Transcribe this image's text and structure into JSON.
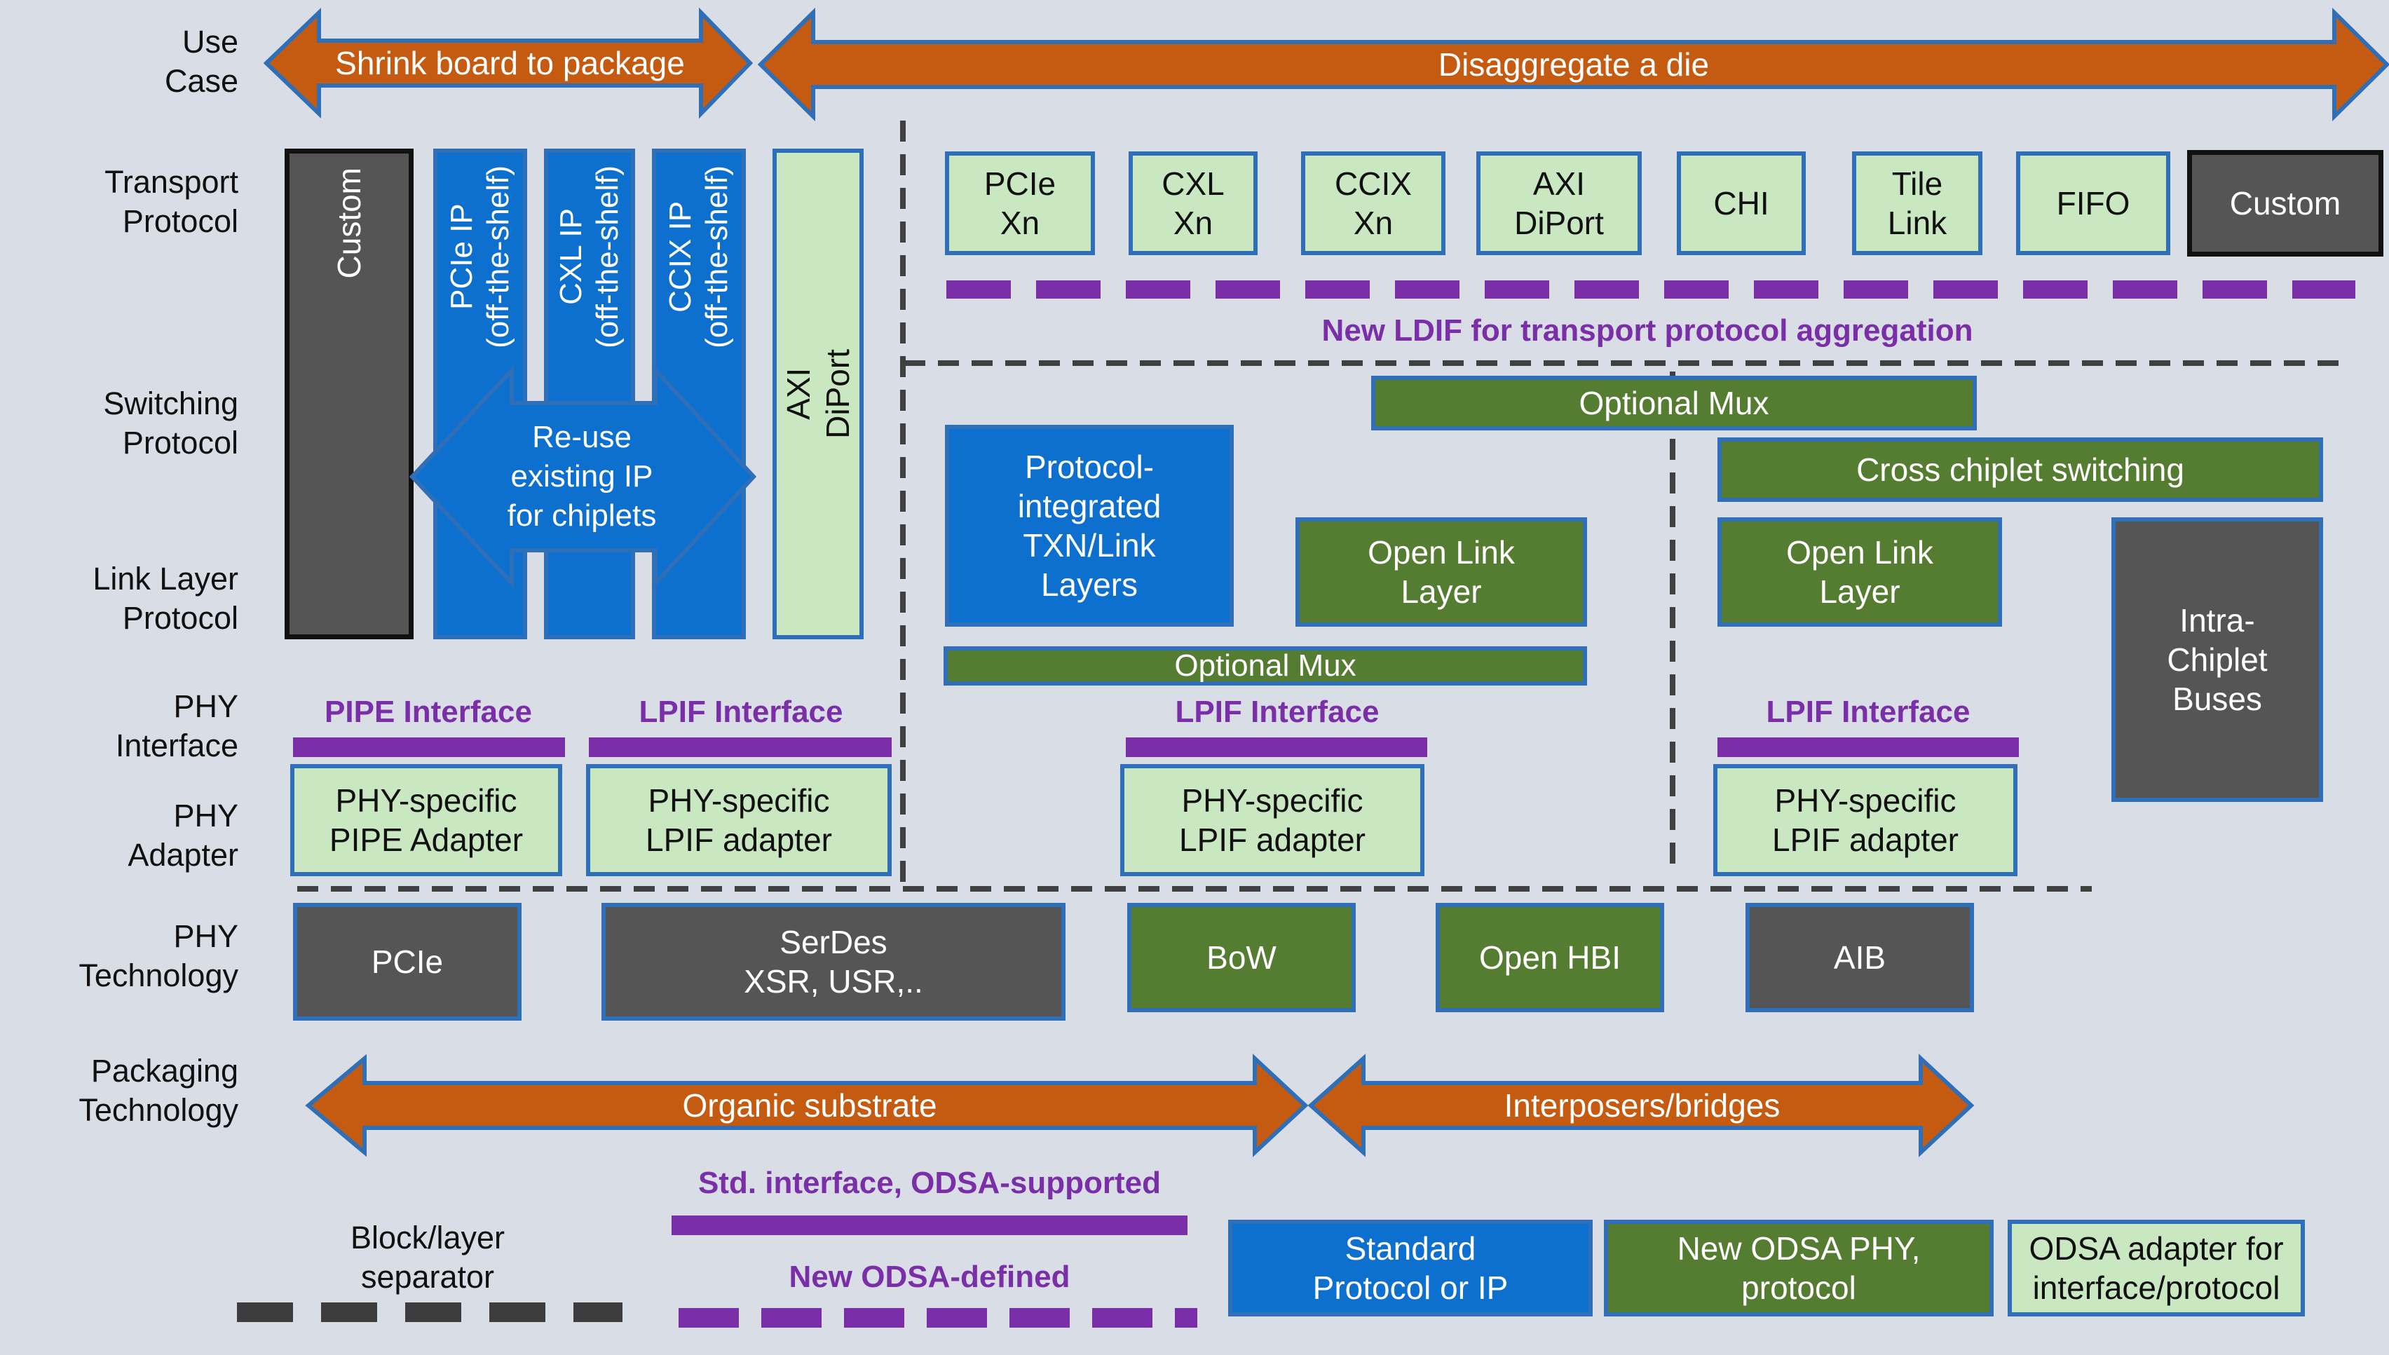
{
  "rows": {
    "use_case": "Use\nCase",
    "transport": "Transport\nProtocol",
    "switching": "Switching\nProtocol",
    "link": "Link Layer\nProtocol",
    "phy_interface": "PHY\nInterface",
    "phy_adapter": "PHY\nAdapter",
    "phy_technology": "PHY\nTechnology",
    "packaging": "Packaging\nTechnology"
  },
  "arrows": {
    "shrink": "Shrink board to package",
    "disaggregate": "Disaggregate a die",
    "reuse": "Re-use\nexisting IP\nfor chiplets",
    "organic": "Organic substrate",
    "interposers": "Interposers/bridges"
  },
  "left_columns": {
    "custom": "Custom",
    "pcie_ip": "PCIe IP\n(off-the-shelf)",
    "cxl_ip": "CXL IP\n(off-the-shelf)",
    "ccix_ip": "CCIX IP\n(off-the-shelf)",
    "axi": "AXI\nDiPort"
  },
  "transport_boxes": {
    "pcie": "PCIe\nXn",
    "cxl": "CXL\nXn",
    "ccix": "CCIX\nXn",
    "axi": "AXI\nDiPort",
    "chi": "CHI",
    "tile": "Tile\nLink",
    "fifo": "FIFO",
    "custom": "Custom"
  },
  "ldif_label": "New LDIF for transport protocol aggregation",
  "middle": {
    "optional_mux_top": "Optional Mux",
    "cross_chiplet": "Cross chiplet switching",
    "protocol_integrated": "Protocol-\nintegrated\nTXN/Link\nLayers",
    "open_link_1": "Open Link\nLayer",
    "open_link_2": "Open Link\nLayer",
    "intra_chiplet": "Intra-\nChiplet\nBuses",
    "optional_mux_low": "Optional Mux"
  },
  "interfaces": {
    "pipe": "PIPE Interface",
    "lpif_1": "LPIF Interface",
    "lpif_2": "LPIF Interface",
    "lpif_3": "LPIF Interface"
  },
  "adapters": {
    "pipe": "PHY-specific\nPIPE Adapter",
    "lpif_1": "PHY-specific\nLPIF adapter",
    "lpif_2": "PHY-specific\nLPIF adapter",
    "lpif_3": "PHY-specific\nLPIF adapter"
  },
  "phy_tech": {
    "pcie": "PCIe",
    "serdes": "SerDes\nXSR, USR,..",
    "bow": "BoW",
    "open_hbi": "Open HBI",
    "aib": "AIB"
  },
  "legend": {
    "separator": "Block/layer\nseparator",
    "std_interface": "Std. interface, ODSA-supported",
    "new_defined": "New ODSA-defined",
    "standard_protocol": "Standard\nProtocol or IP",
    "new_phy": "New ODSA PHY,\nprotocol",
    "adapter": "ODSA adapter for\ninterface/protocol"
  },
  "colors": {
    "background": "#d9dde6",
    "orange_arrow": "#c55a11",
    "blue_outline": "#2f6fb7",
    "light_green": "#c9e8c2",
    "dark_green": "#557d31",
    "blue": "#0d6fce",
    "gray": "#555555",
    "purple": "#7a2ea8"
  }
}
